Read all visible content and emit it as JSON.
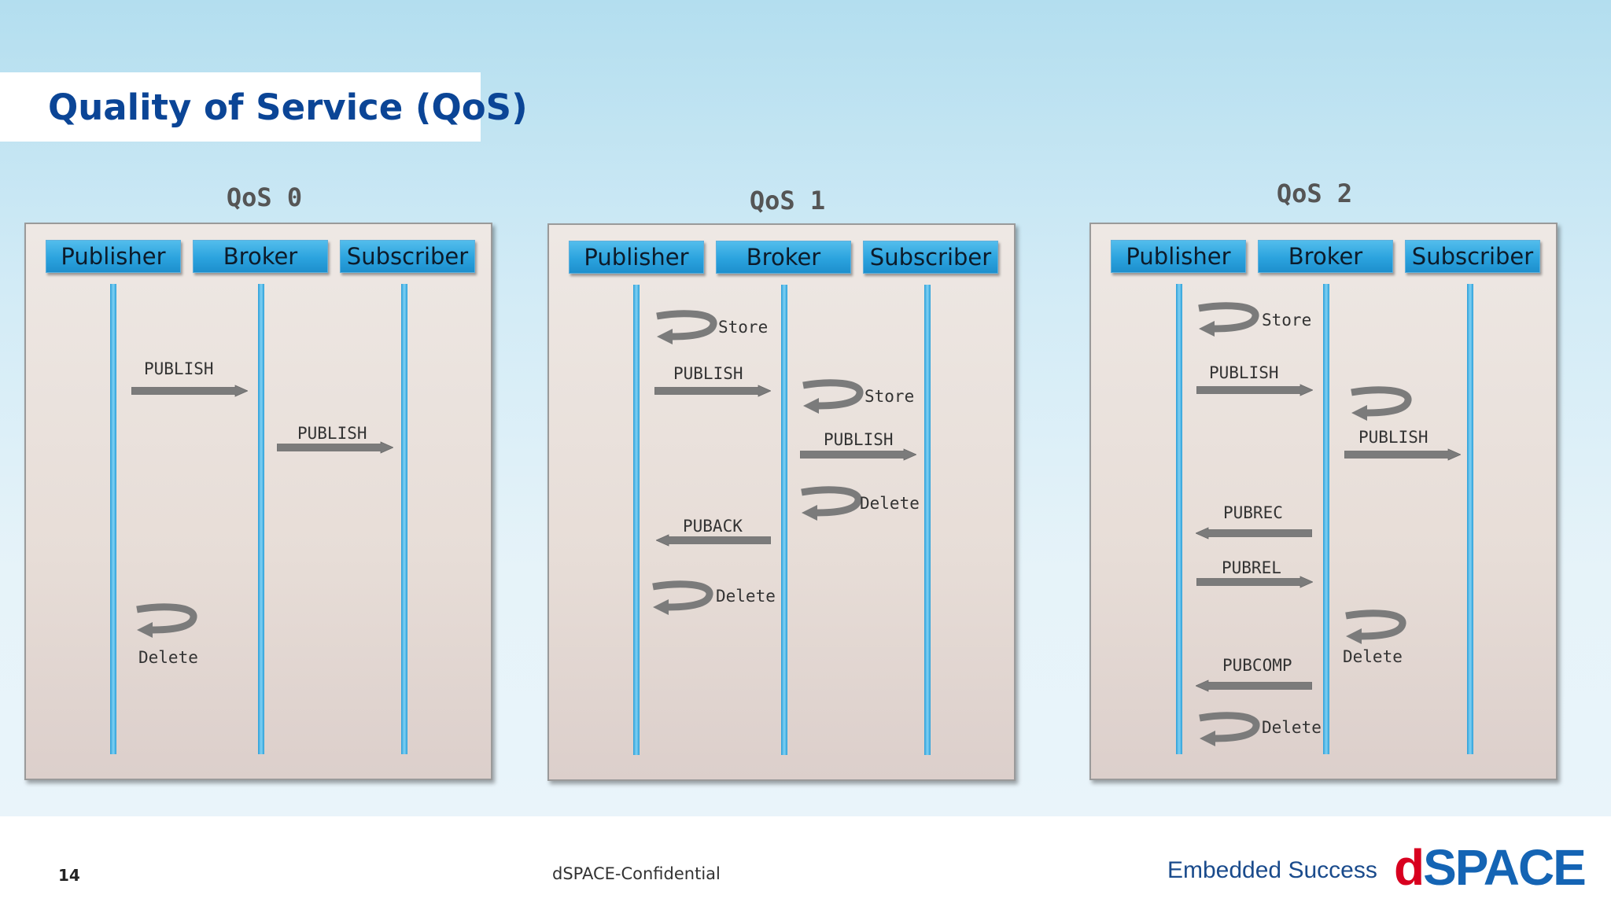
{
  "slide": {
    "title": "Quality of Service (QoS)",
    "page_number": "14",
    "confidential": "dSPACE-Confidential",
    "slogan": "Embedded Success",
    "logo": "dSPACE"
  },
  "colors": {
    "title": "#0b4596",
    "actor_header": "#2ba3de",
    "lifeline": "#4bb8ea",
    "arrow": "#7b7b7b",
    "logo_red": "#d8001f",
    "logo_blue": "#1464b4"
  },
  "diagrams": [
    {
      "title": "QoS 0",
      "actors": [
        "Publisher",
        "Broker",
        "Subscriber"
      ],
      "messages": [
        {
          "label": "PUBLISH",
          "from": "Publisher",
          "to": "Broker"
        },
        {
          "label": "PUBLISH",
          "from": "Broker",
          "to": "Subscriber"
        }
      ],
      "self_actions": [
        {
          "label": "Delete",
          "actor": "Publisher"
        }
      ]
    },
    {
      "title": "QoS 1",
      "actors": [
        "Publisher",
        "Broker",
        "Subscriber"
      ],
      "messages": [
        {
          "label": "PUBLISH",
          "from": "Publisher",
          "to": "Broker"
        },
        {
          "label": "PUBLISH",
          "from": "Broker",
          "to": "Subscriber"
        },
        {
          "label": "PUBACK",
          "from": "Broker",
          "to": "Publisher"
        }
      ],
      "self_actions": [
        {
          "label": "Store",
          "actor": "Publisher"
        },
        {
          "label": "Store",
          "actor": "Broker"
        },
        {
          "label": "Delete",
          "actor": "Broker"
        },
        {
          "label": "Delete",
          "actor": "Publisher"
        }
      ]
    },
    {
      "title": "QoS 2",
      "actors": [
        "Publisher",
        "Broker",
        "Subscriber"
      ],
      "messages": [
        {
          "label": "PUBLISH",
          "from": "Publisher",
          "to": "Broker"
        },
        {
          "label": "PUBLISH",
          "from": "Broker",
          "to": "Subscriber"
        },
        {
          "label": "PUBREC",
          "from": "Broker",
          "to": "Publisher"
        },
        {
          "label": "PUBREL",
          "from": "Publisher",
          "to": "Broker"
        },
        {
          "label": "PUBCOMP",
          "from": "Broker",
          "to": "Publisher"
        }
      ],
      "self_actions": [
        {
          "label": "Store",
          "actor": "Publisher"
        },
        {
          "label": "",
          "actor": "Broker"
        },
        {
          "label": "Delete",
          "actor": "Broker"
        },
        {
          "label": "Delete",
          "actor": "Publisher"
        }
      ]
    }
  ]
}
